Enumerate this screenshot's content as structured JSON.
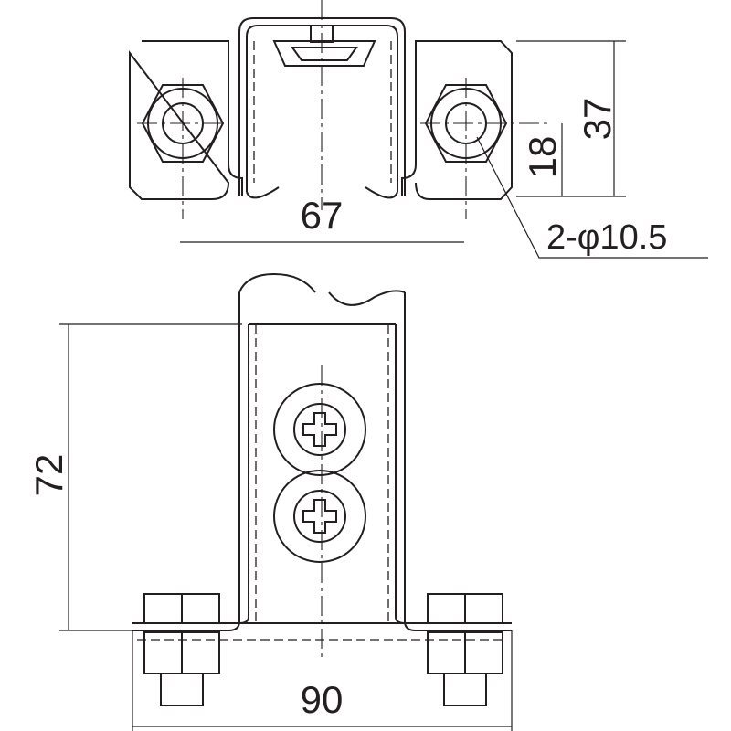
{
  "dimensions": {
    "top_width": "67",
    "top_height": "37",
    "hole_offset": "18",
    "hole_spec": "2-φ10.5",
    "post_height": "72",
    "base_width": "90"
  },
  "colors": {
    "line": "#231f20",
    "background": "#ffffff"
  }
}
